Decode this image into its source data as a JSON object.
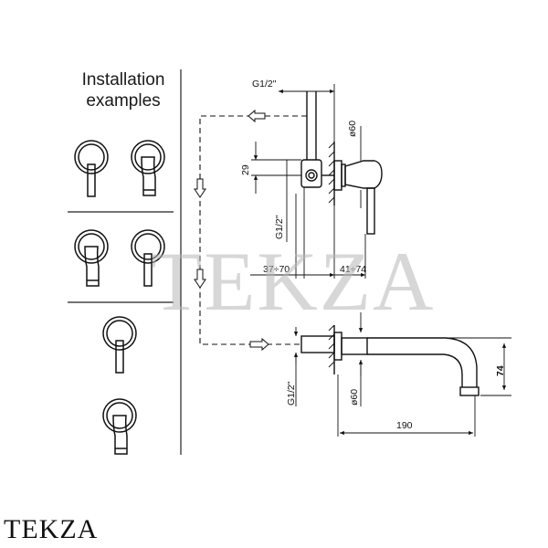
{
  "panel": {
    "title_line1": "Installation",
    "title_line2": "examples"
  },
  "dimensions": {
    "thread_top": "G1/2\"",
    "diameter_top": "ø60",
    "offset_29": "29",
    "thread_side": "G1/2\"",
    "range_wall": "37÷70",
    "range_body": "41÷74",
    "thread_bottom": "G1/2\"",
    "diameter_bottom": "ø60",
    "height_74": "74",
    "length_190": "190"
  },
  "watermark": "TEKZA",
  "brand": "TEKZA"
}
